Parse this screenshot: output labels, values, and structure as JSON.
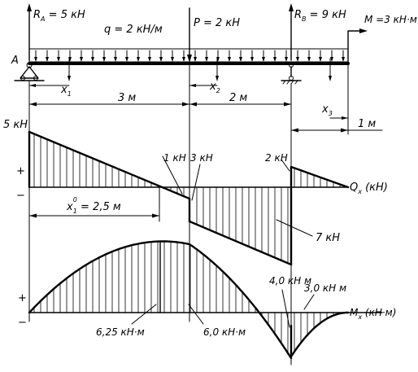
{
  "loads": {
    "ra": {
      "sym": "R",
      "sub": "A",
      "val": " = 5 кН"
    },
    "q": {
      "sym": "q",
      "val": " = 2 кН/м"
    },
    "p": {
      "sym": "P",
      "val": " = 2 кН"
    },
    "rb": {
      "sym": "R",
      "sub": "B",
      "val": " = 9 кН"
    },
    "m": {
      "sym": "M",
      "val": " =3 кН·м"
    }
  },
  "support_label": "A",
  "sections": [
    {
      "sym": "x",
      "sub": "1"
    },
    {
      "sym": "x",
      "sub": "2"
    },
    {
      "sym": "x",
      "sub": "3"
    }
  ],
  "spans": [
    "3 м",
    "2 м",
    "1 м"
  ],
  "shear": {
    "axis": {
      "sym": "Q",
      "sub": "x",
      "unit": " (кН)"
    },
    "values": [
      "5 кН",
      "1 кН",
      "3 кН",
      "2 кН",
      "7 кН"
    ],
    "zero_point": {
      "sym": "x",
      "sub": "1",
      "sup": "0",
      "val": " = 2,5 м"
    },
    "signs": [
      "+",
      "−"
    ]
  },
  "moment": {
    "axis": {
      "sym": "M",
      "sub": "x",
      "unit": " (кН·м)"
    },
    "values": [
      "6,25 кН·м",
      "6,0 кН·м",
      "4,0 кН м",
      "3,0 кН м"
    ],
    "signs": [
      "+",
      "−"
    ]
  }
}
